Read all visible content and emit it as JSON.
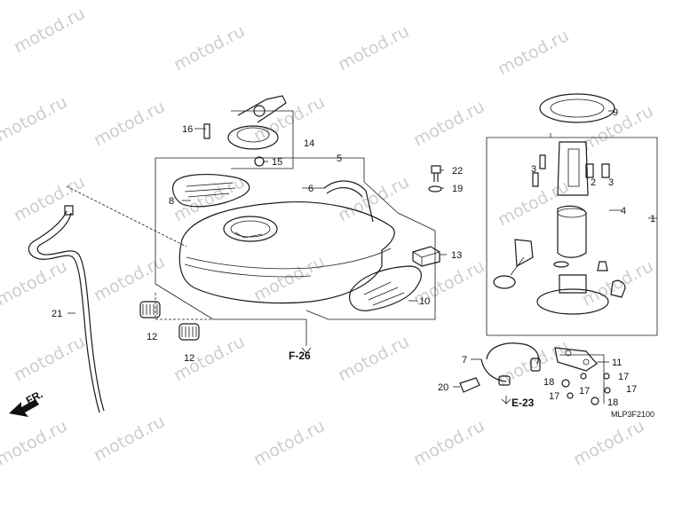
{
  "watermark": "motod.ru",
  "diagram_code": "MLP3F2100",
  "front_marker": "FR.",
  "refs": {
    "f26": "F-26",
    "e23": "E-23"
  },
  "callouts": {
    "c1": "1",
    "c2": "2",
    "c3a": "3",
    "c3b": "3",
    "c4": "4",
    "c5": "5",
    "c6": "6",
    "c7": "7",
    "c8": "8",
    "c9": "9",
    "c10": "10",
    "c11": "11",
    "c12a": "12",
    "c12b": "12",
    "c13": "13",
    "c14": "14",
    "c15": "15",
    "c16": "16",
    "c17a": "17",
    "c17b": "17",
    "c17c": "17",
    "c17d": "17",
    "c18a": "18",
    "c18b": "18",
    "c19": "19",
    "c20": "20",
    "c21": "21",
    "c22": "22"
  }
}
